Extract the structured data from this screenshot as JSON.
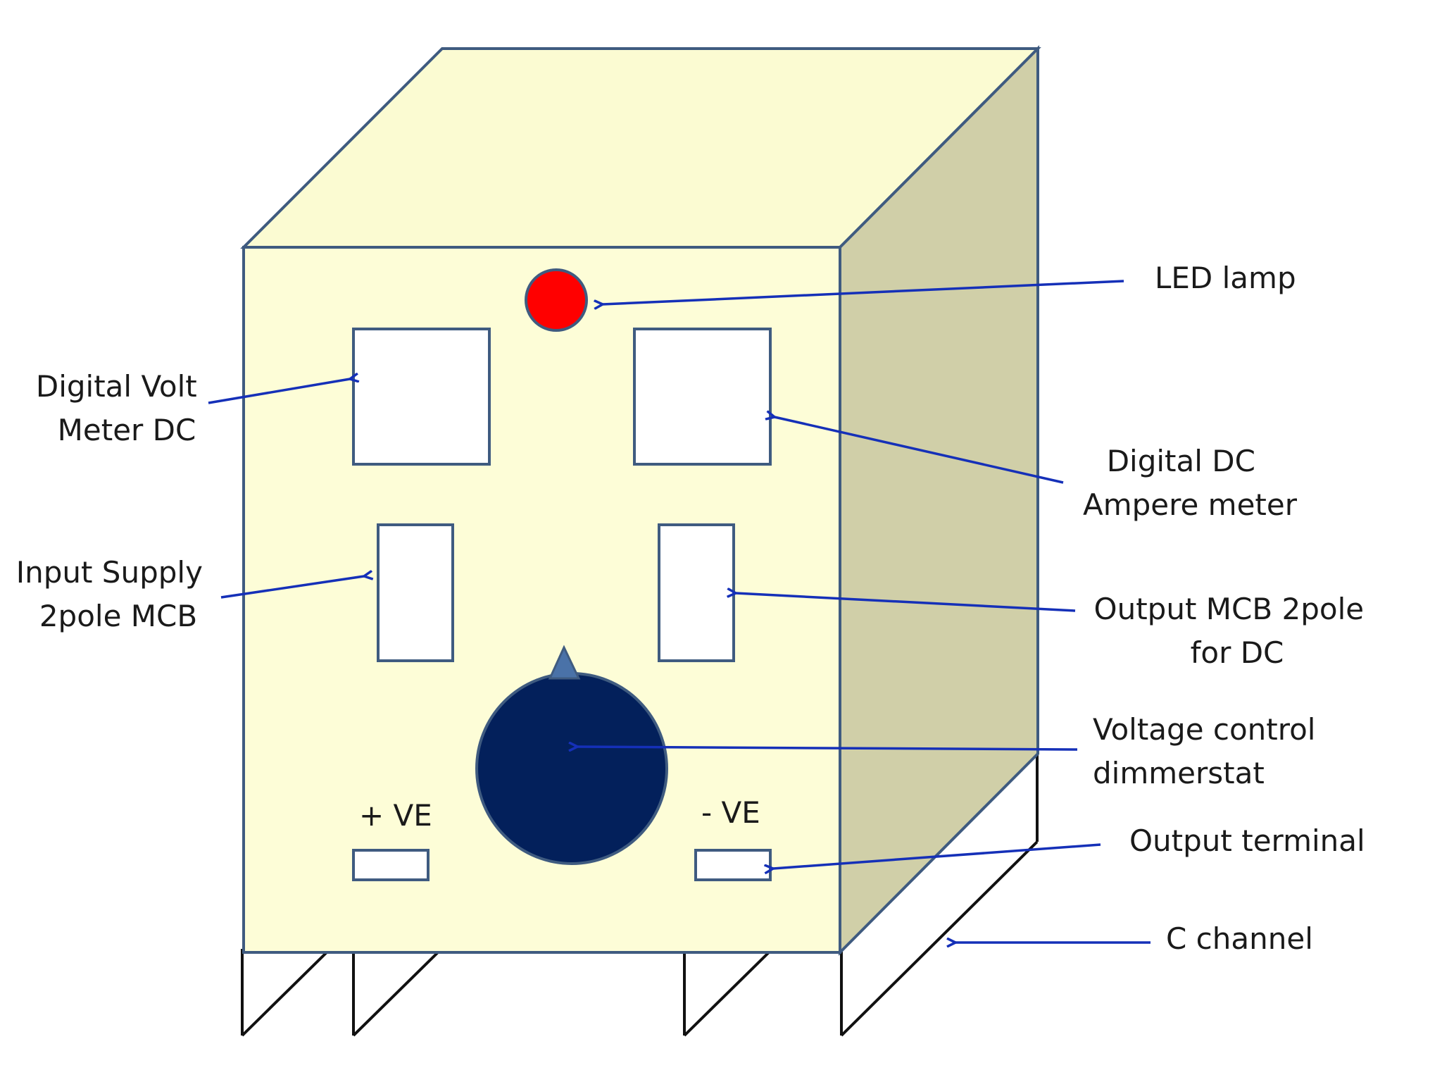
{
  "colors": {
    "front_face": "#fdfdd7",
    "top_face": "#fbfbd2",
    "side_face": "#d0cfa8",
    "edge": "#3f5b80",
    "led": "#ff0000",
    "knob": "#03205b",
    "knob_pointer": "#4a72a8",
    "meter_window": "#ffffff",
    "leader_line": "#1530b8",
    "channel_line": "#111111"
  },
  "labels": {
    "led_lamp": "LED lamp",
    "volt_meter": [
      "Digital Volt",
      "Meter DC"
    ],
    "ampere_meter": [
      "Digital DC",
      "Ampere meter"
    ],
    "input_mcb": [
      "Input  Supply",
      "2pole MCB"
    ],
    "output_mcb": [
      "Output MCB 2pole",
      "for DC"
    ],
    "dimmerstat": [
      "Voltage control",
      "dimmerstat"
    ],
    "output_terminal": "Output terminal",
    "c_channel": "C channel",
    "positive_terminal": "+ VE",
    "negative_terminal": "- VE"
  }
}
